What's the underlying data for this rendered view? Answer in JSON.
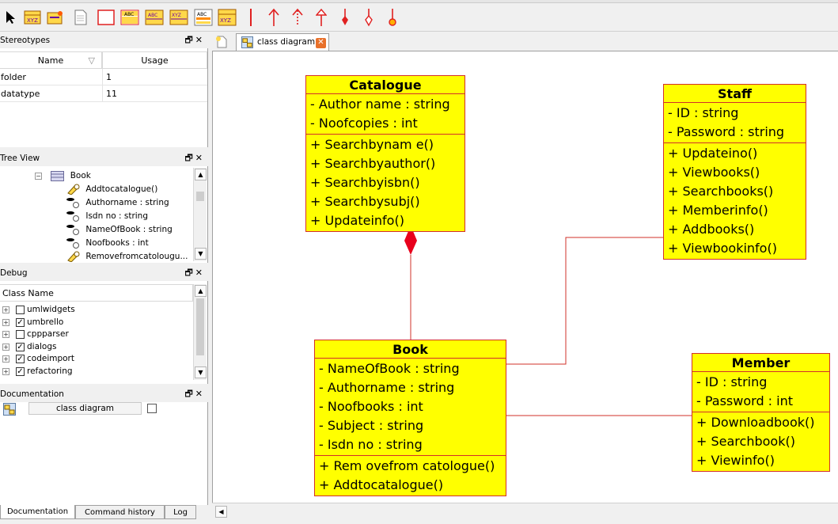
{
  "toolbar": {
    "tools": [
      "select-arrow",
      "class",
      "interface",
      "datatype",
      "note",
      "box",
      "enum",
      "entity",
      "category",
      "text",
      "anchor",
      "association",
      "directional-association",
      "aggregation",
      "composition",
      "containment",
      "generalization",
      "dependency"
    ],
    "labels": {
      "class": "XYZ",
      "enum": "ABC",
      "entity": "ABC",
      "category": "XYZ",
      "text": "ABC",
      "anchor": "XYZ"
    }
  },
  "stereotypes": {
    "title": "Stereotypes",
    "columns": [
      "Name",
      "Usage"
    ],
    "rows": [
      {
        "name": "folder",
        "usage": "1"
      },
      {
        "name": "datatype",
        "usage": "11"
      }
    ]
  },
  "treeview": {
    "title": "Tree View",
    "root": "Book",
    "items": [
      "Addtocatalogue()",
      "Authorname : string",
      "Isdn no : string",
      "NameOfBook : string",
      "Noofbooks : int",
      "Removefromcatolougu..."
    ]
  },
  "debug": {
    "title": "Debug",
    "column": "Class Name",
    "items": [
      {
        "label": "umlwidgets",
        "checked": false
      },
      {
        "label": "umbrello",
        "checked": true
      },
      {
        "label": "cppparser",
        "checked": false
      },
      {
        "label": "dialogs",
        "checked": true
      },
      {
        "label": "codeimport",
        "checked": true
      },
      {
        "label": "refactoring",
        "checked": true
      }
    ]
  },
  "documentation": {
    "title": "Documentation",
    "field": "class diagram"
  },
  "bottom_tabs": [
    "Documentation",
    "Command history",
    "Log"
  ],
  "diagram_tab": {
    "label": "class diagram"
  },
  "classes": {
    "catalogue": {
      "name": "Catalogue",
      "attributes": [
        "- Author name : string",
        "- Noofcopies : int"
      ],
      "operations": [
        "+ Searchbynam e()",
        "+ Searchbyauthor()",
        "+ Searchbyisbn()",
        "+ Searchbysubj()",
        "+ Updateinfo()"
      ]
    },
    "staff": {
      "name": "Staff",
      "attributes": [
        "- ID : string",
        "- Password : string"
      ],
      "operations": [
        "+ Updateino()",
        "+ Viewbooks()",
        "+ Searchbooks()",
        "+ Memberinfo()",
        "+ Addbooks()",
        "+ Viewbookinfo()"
      ]
    },
    "book": {
      "name": "Book",
      "attributes": [
        "- NameOfBook : string",
        "- Authorname : string",
        "- Noofbooks : int",
        "- Subject : string",
        "- Isdn no : string"
      ],
      "operations": [
        "+ Rem ovefrom catologue()",
        "+ Addtocatalogue()"
      ]
    },
    "member": {
      "name": "Member",
      "attributes": [
        "- ID : string",
        "- Password : int"
      ],
      "operations": [
        "+ Downloadbook()",
        "+ Searchbook()",
        "+ Viewinfo()"
      ]
    }
  },
  "colors": {
    "class_fill": "#ffff00",
    "class_border": "#d2302a",
    "relation_line": "#d2302a",
    "composition_diamond": "#e8001c"
  }
}
